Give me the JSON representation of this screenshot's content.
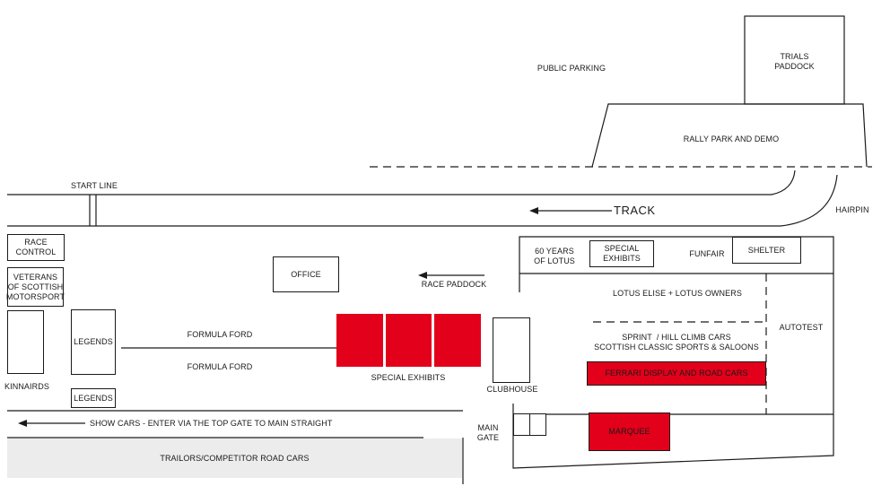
{
  "map": {
    "labels": {
      "public_parking": "PUBLIC PARKING",
      "trials_paddock": "TRIALS\nPADDOCK",
      "rally_park": "RALLY PARK AND DEMO",
      "start_line": "START LINE",
      "track": "TRACK",
      "hairpin": "HAIRPIN",
      "race_control": "RACE\nCONTROL",
      "veterans": "VETERANS\nOF SCOTTISH\nMOTORSPORT",
      "office": "OFFICE",
      "race_paddock": "RACE PADDOCK",
      "kinnairds": "KINNAIRDS",
      "legends_main": "LEGENDS",
      "legends_small": "LEGENDS",
      "formula_ford_1": "FORMULA FORD",
      "formula_ford_2": "FORMULA FORD",
      "special_exhibits_red": "SPECIAL EXHIBITS",
      "clubhouse": "CLUBHOUSE",
      "main_gate": "MAIN\nGATE",
      "show_cars": "SHOW CARS - ENTER VIA THE TOP GATE TO MAIN STRAIGHT",
      "trailors": "TRAILORS/COMPETITOR ROAD CARS",
      "lotus_60": "60 YEARS\nOF LOTUS",
      "special_exhibits_box": "SPECIAL\nEXHIBITS",
      "funfair": "FUNFAIR",
      "shelter": "SHELTER",
      "lotus_elise": "LOTUS ELISE + LOTUS OWNERS",
      "autotest": "AUTOTEST",
      "sprint": "SPRINT  / HILL CLIMB CARS\nSCOTTISH CLASSIC SPORTS & SALOONS",
      "ferrari": "FERRARI DISPLAY AND ROAD CARS",
      "marquee": "MARQUEE"
    },
    "colors": {
      "line": "#1a1a1a",
      "red": "#e2001a",
      "grey": "#ececec"
    }
  }
}
